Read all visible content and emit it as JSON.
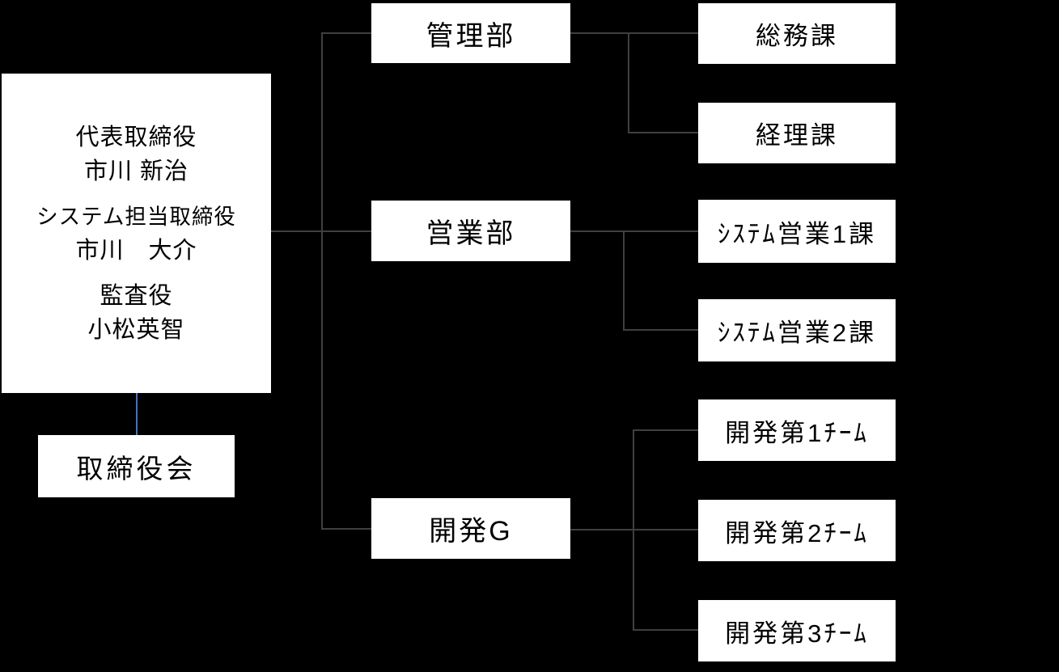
{
  "diagram": {
    "title": "organization-chart",
    "background_color": "#000000",
    "box_fill_color": "#ffffff",
    "text_color": "#000000",
    "connector_color": "#3f3f3f",
    "board_connector_color": "#4472c4",
    "executive_box": {
      "groups": [
        {
          "title": "代表取締役",
          "name": "市川 新治"
        },
        {
          "title": "システム担当取締役",
          "name": "市川　大介"
        },
        {
          "title": "監査役",
          "name": "小松英智"
        }
      ]
    },
    "board_box": {
      "label": "取締役会"
    },
    "departments": [
      {
        "label": "管理部"
      },
      {
        "label": "営業部"
      },
      {
        "label": "開発G"
      }
    ],
    "sections": [
      {
        "label": "総務課"
      },
      {
        "label": "経理課"
      },
      {
        "label": "ｼｽﾃﾑ営業1課"
      },
      {
        "label": "ｼｽﾃﾑ営業2課"
      },
      {
        "label": "開発第1ﾁｰﾑ"
      },
      {
        "label": "開発第2ﾁｰﾑ"
      },
      {
        "label": "開発第3ﾁｰﾑ"
      }
    ]
  }
}
